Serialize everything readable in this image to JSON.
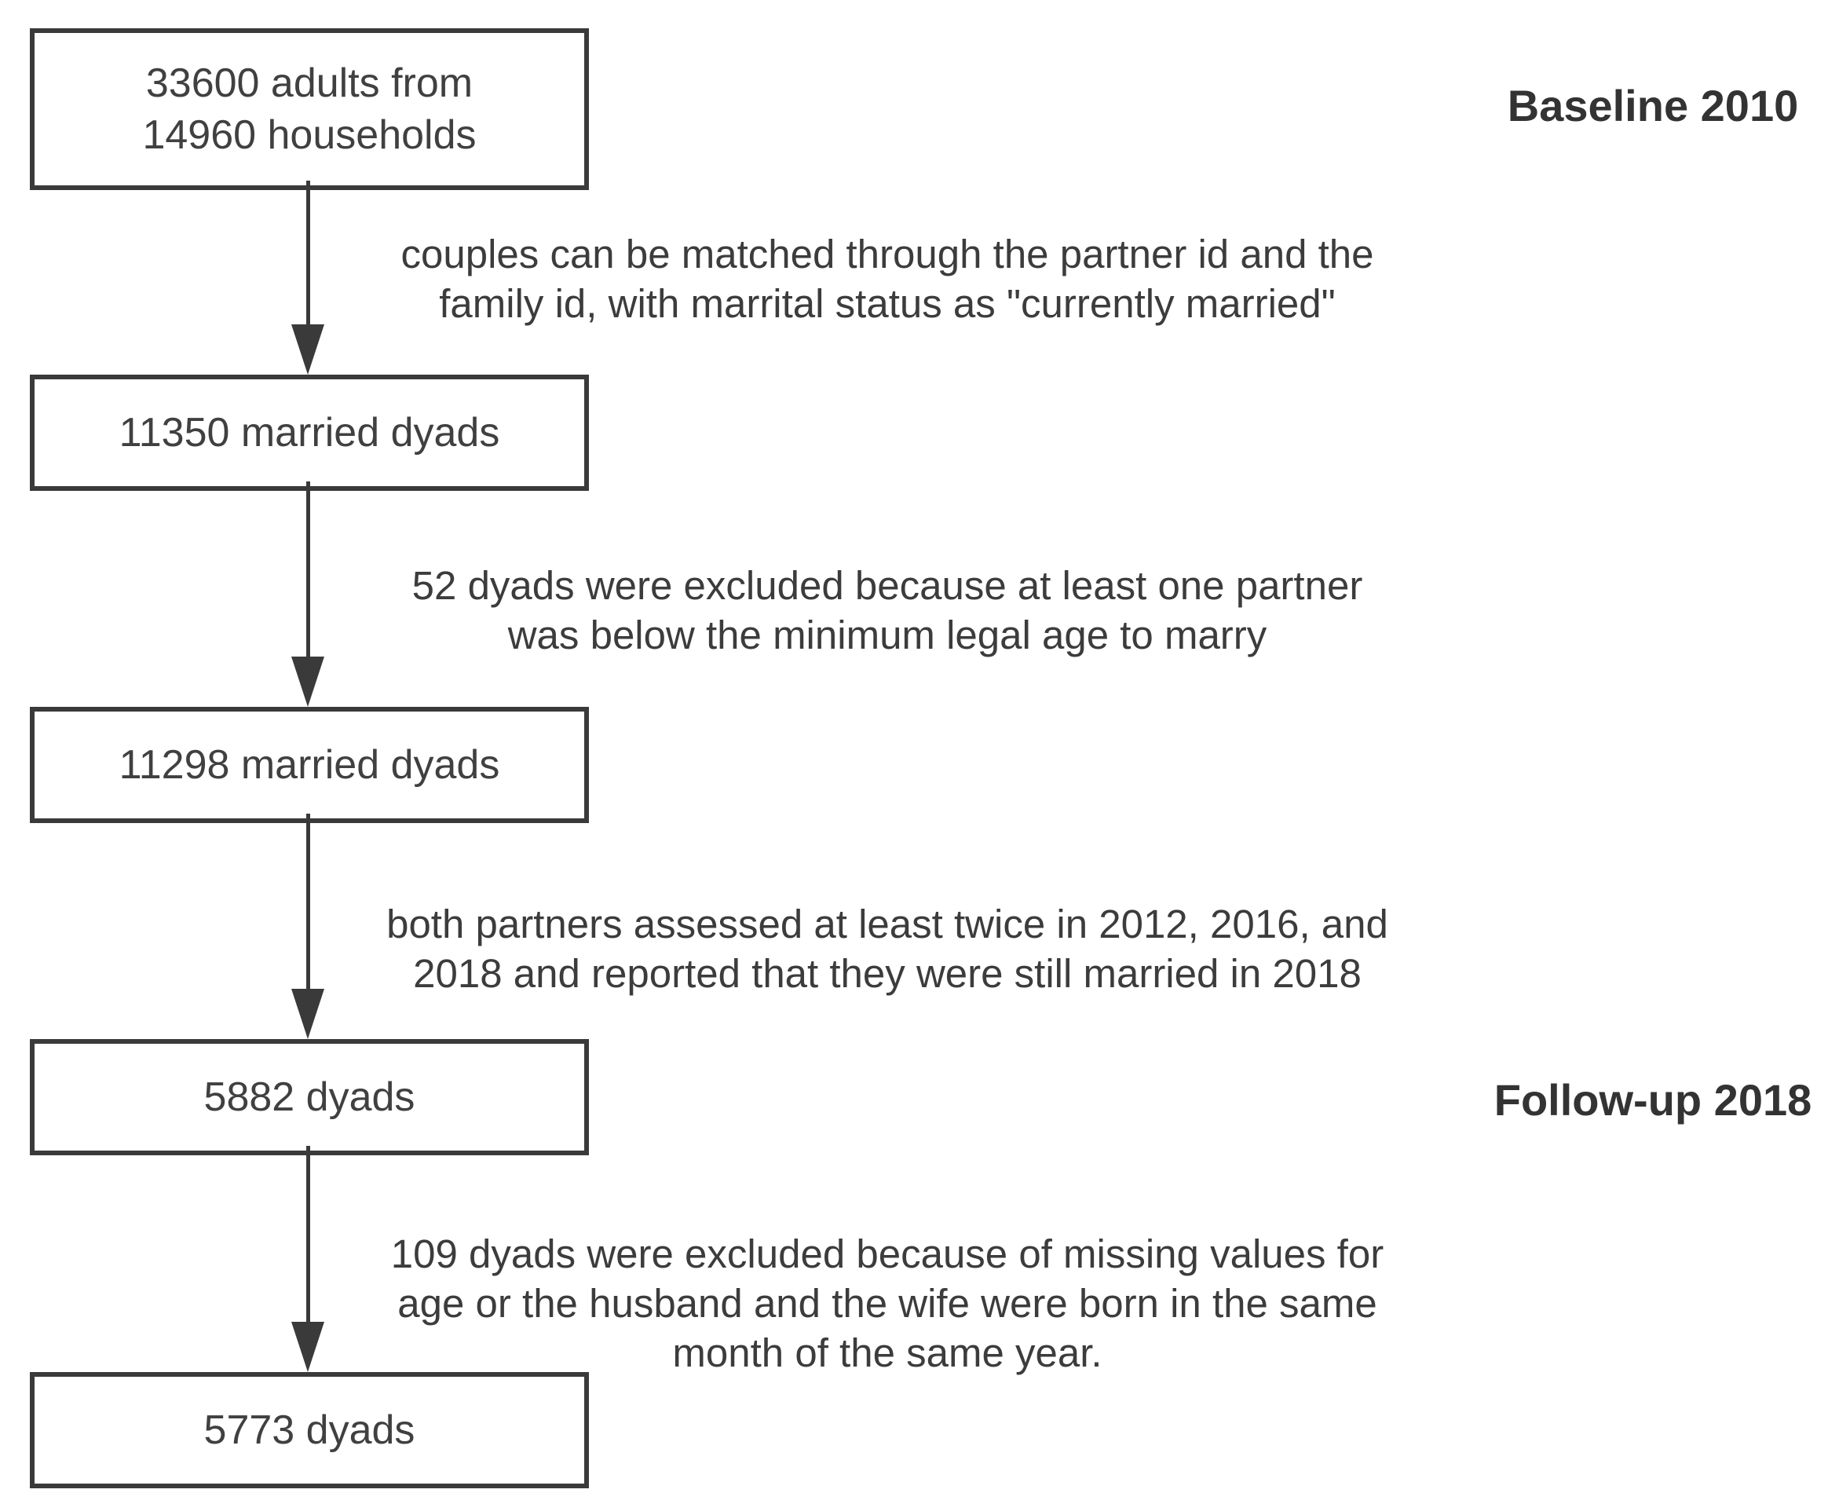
{
  "diagram": {
    "phase_labels": [
      {
        "text": "Baseline 2010"
      },
      {
        "text": "Follow-up 2018"
      }
    ],
    "boxes": [
      {
        "lines": [
          "33600 adults from",
          "14960 households"
        ]
      },
      {
        "lines": [
          "11350 married dyads"
        ]
      },
      {
        "lines": [
          "11298 married dyads"
        ]
      },
      {
        "lines": [
          "5882 dyads"
        ]
      },
      {
        "lines": [
          "5773 dyads"
        ]
      }
    ],
    "arrow_notes": [
      {
        "lines": [
          "couples can be matched through the partner id and the",
          "family id, with marrital status as \"currently married\""
        ]
      },
      {
        "lines": [
          "52 dyads were excluded because at least one partner",
          "was below the minimum legal age to marry"
        ]
      },
      {
        "lines": [
          "both partners assessed at least twice in 2012, 2016, and",
          "2018 and reported that they were still married in 2018"
        ]
      },
      {
        "lines": [
          "109 dyads were excluded because of missing values for",
          "age or the husband and the wife were born in the same",
          "month of the same year."
        ]
      }
    ],
    "colors": {
      "text": "#3c3c3c",
      "border": "#3a3a3a",
      "background": "#ffffff"
    }
  }
}
